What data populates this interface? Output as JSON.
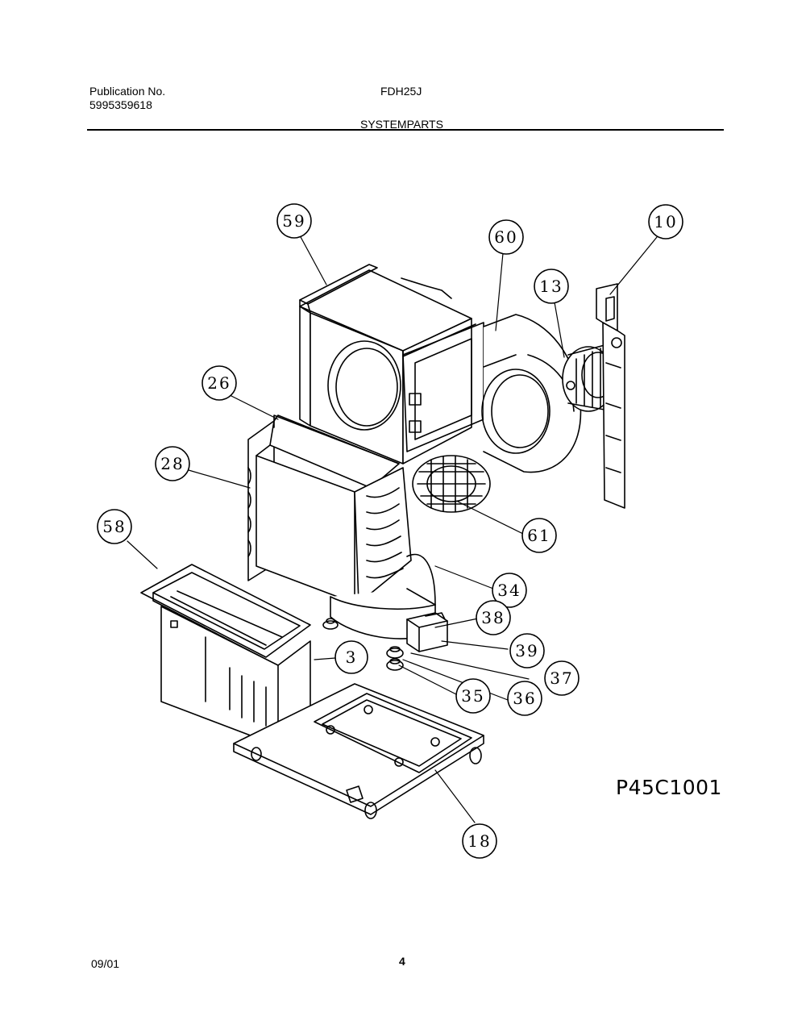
{
  "header": {
    "publication_label": "Publication No.",
    "publication_number": "5995359618",
    "model": "FDH25J",
    "section_title": "SYSTEMPARTS"
  },
  "diagram": {
    "code": "P45C1001",
    "callouts": [
      "59",
      "60",
      "10",
      "13",
      "26",
      "28",
      "61",
      "58",
      "34",
      "38",
      "39",
      "37",
      "3",
      "35",
      "36",
      "18"
    ]
  },
  "footer": {
    "date": "09/01",
    "page": "4"
  }
}
